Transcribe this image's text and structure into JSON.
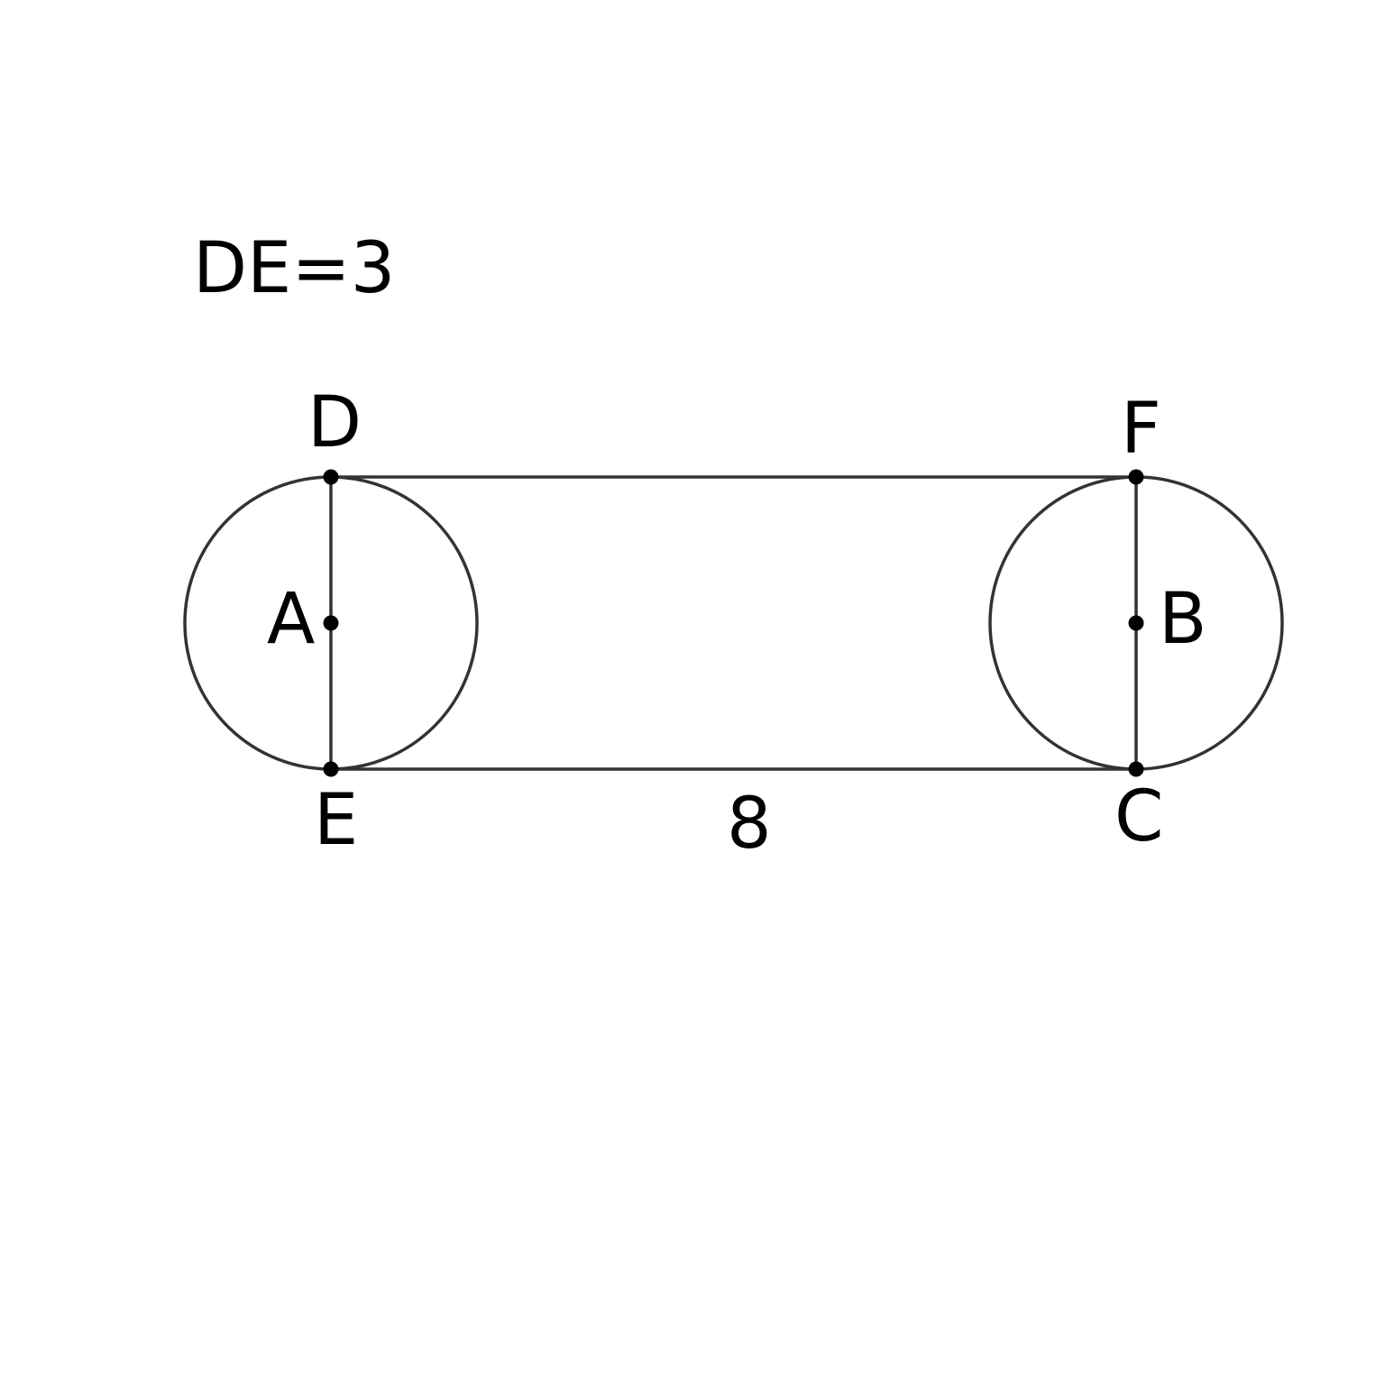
{
  "given": "DE=3",
  "points": {
    "A": "A",
    "B": "B",
    "C": "C",
    "D": "D",
    "E": "E",
    "F": "F"
  },
  "length_label": "8",
  "colors": {
    "stroke": "#333333",
    "points": "#000000",
    "text": "#000000"
  }
}
